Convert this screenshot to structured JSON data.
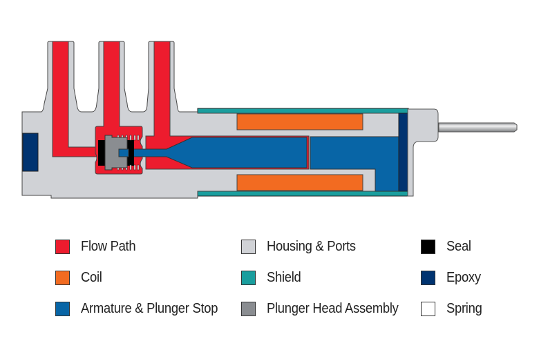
{
  "legend": [
    {
      "label": "Flow Path",
      "color": "#ED1C2E"
    },
    {
      "label": "Coil",
      "color": "#F26B21"
    },
    {
      "label": "Armature & Plunger Stop",
      "color": "#0865A6"
    },
    {
      "label": "Housing & Ports",
      "color": "#D0D2D6"
    },
    {
      "label": "Shield",
      "color": "#1A9E9E"
    },
    {
      "label": "Plunger Head Assembly",
      "color": "#8A8D91"
    },
    {
      "label": "Seal",
      "color": "#000000"
    },
    {
      "label": "Epoxy",
      "color": "#003370"
    },
    {
      "label": "Spring",
      "color": "#FFFFFF"
    }
  ]
}
